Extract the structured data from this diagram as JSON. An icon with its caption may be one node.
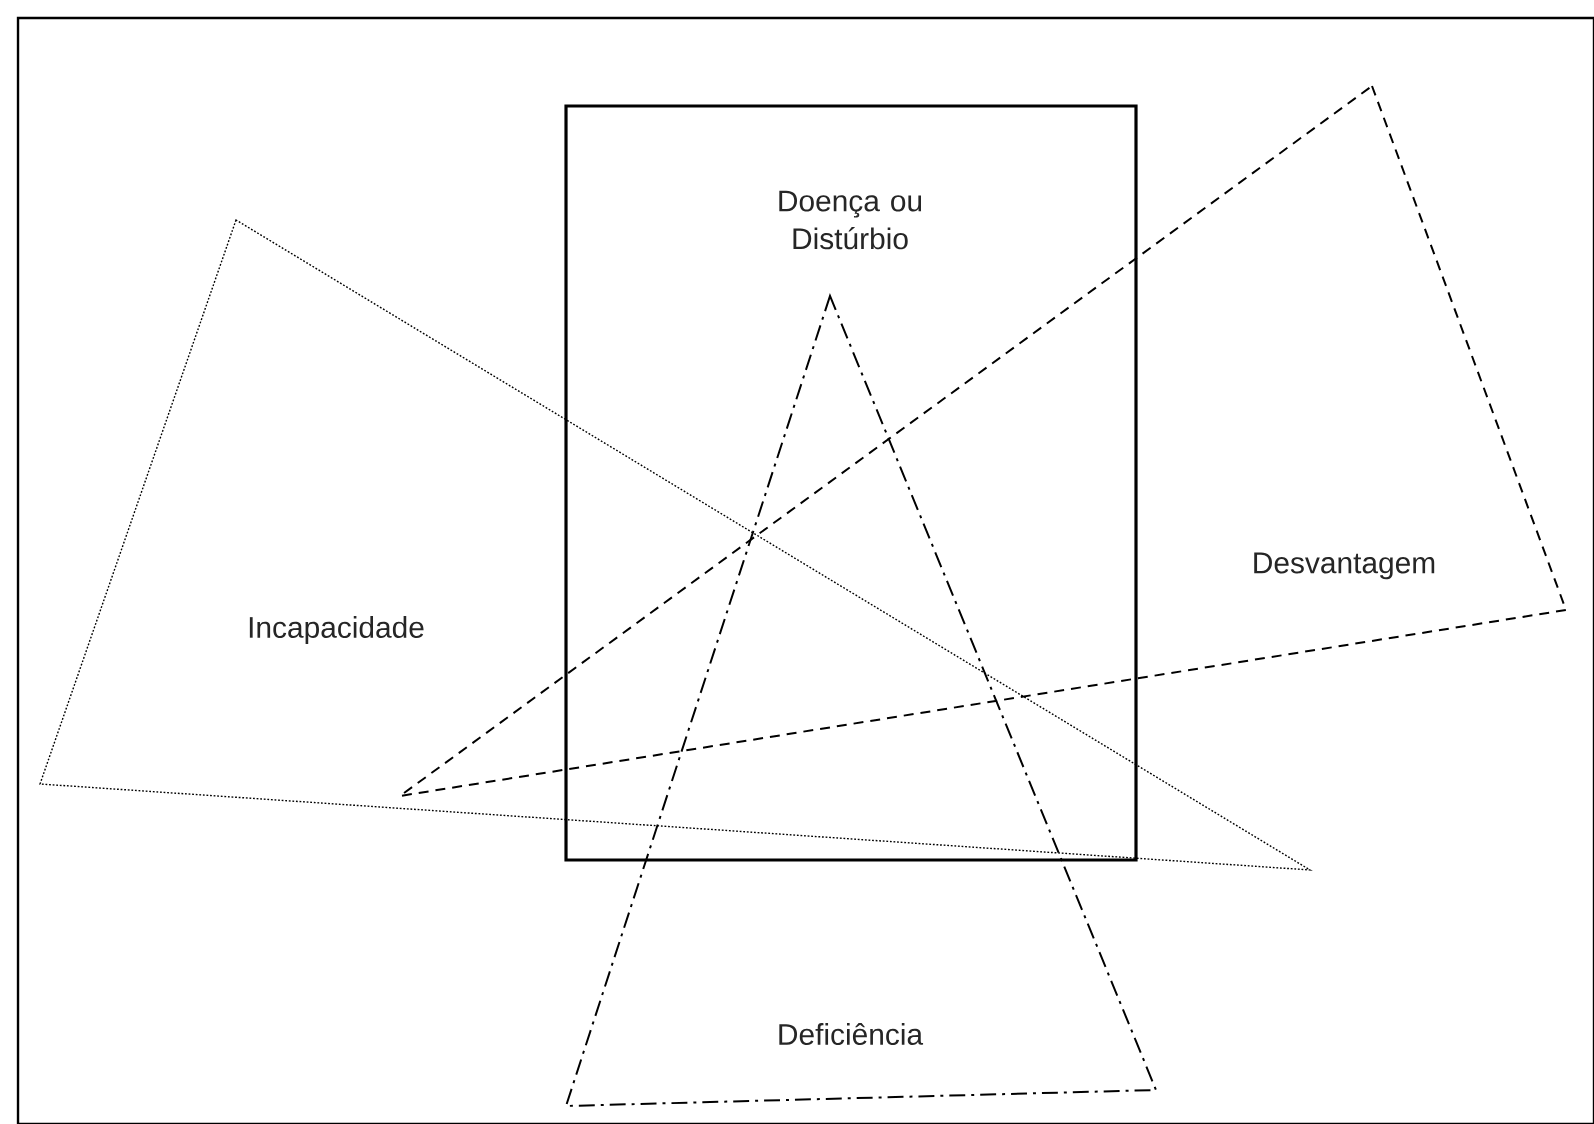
{
  "diagram": {
    "nodes": [
      {
        "text": [
          "Doença ou Distúrbio"
        ]
      },
      {
        "text": [
          "Incapacidade"
        ]
      },
      {
        "text": [
          "Desvantagem"
        ]
      },
      {
        "text": [
          "Deficiência"
        ]
      }
    ]
  }
}
